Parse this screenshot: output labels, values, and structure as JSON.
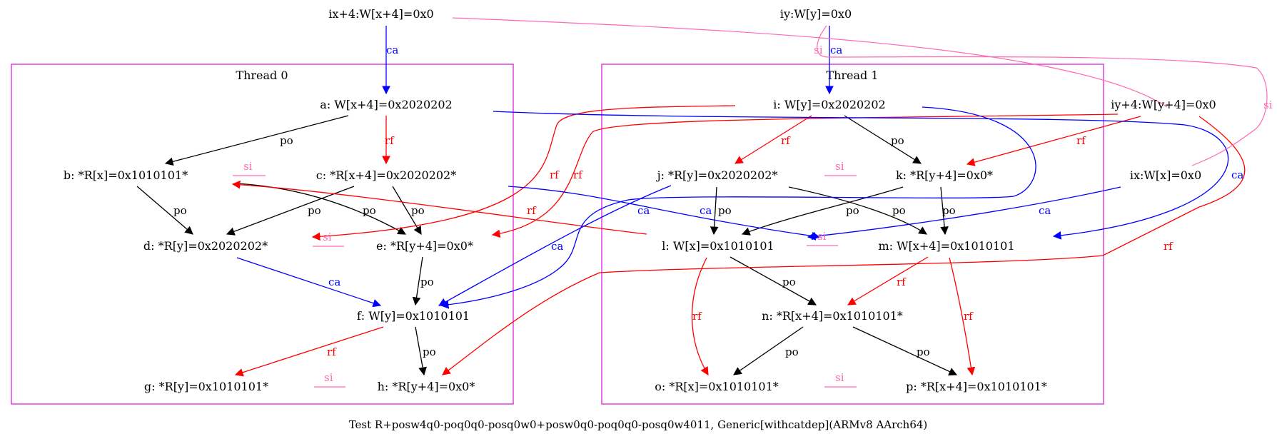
{
  "caption": "Test R+posw4q0-poq0q0-posq0w0+posw0q0-poq0q0-posq0w4011, Generic[withcatdep](ARMv8 AArch64)",
  "colors": {
    "po": "#000000",
    "rf": "#ff0000",
    "ca": "#0000ff",
    "si": "#ff69b4",
    "cluster": "#e040e0"
  },
  "clusters": [
    {
      "id": "t0",
      "title": "Thread 0"
    },
    {
      "id": "t1",
      "title": "Thread 1"
    }
  ],
  "nodes": {
    "ix4": "ix+4:W[x+4]=0x0",
    "iy": "iy:W[y]=0x0",
    "iy4": "iy+4:W[y+4]=0x0",
    "ix": "ix:W[x]=0x0",
    "a": "a: W[x+4]=0x2020202",
    "b": "b: *R[x]=0x1010101*",
    "c": "c: *R[x+4]=0x2020202*",
    "d": "d: *R[y]=0x2020202*",
    "e": "e: *R[y+4]=0x0*",
    "f": "f: W[y]=0x1010101",
    "g": "g: *R[y]=0x1010101*",
    "h": "h: *R[y+4]=0x0*",
    "i": "i: W[y]=0x2020202",
    "j": "j: *R[y]=0x2020202*",
    "k": "k: *R[y+4]=0x0*",
    "l": "l: W[x]=0x1010101",
    "m": "m: W[x+4]=0x1010101",
    "n": "n: *R[x+4]=0x1010101*",
    "o": "o: *R[x]=0x1010101*",
    "p": "p: *R[x+4]=0x1010101*"
  },
  "edge_labels": {
    "po": "po",
    "rf": "rf",
    "ca": "ca",
    "si": "si"
  }
}
